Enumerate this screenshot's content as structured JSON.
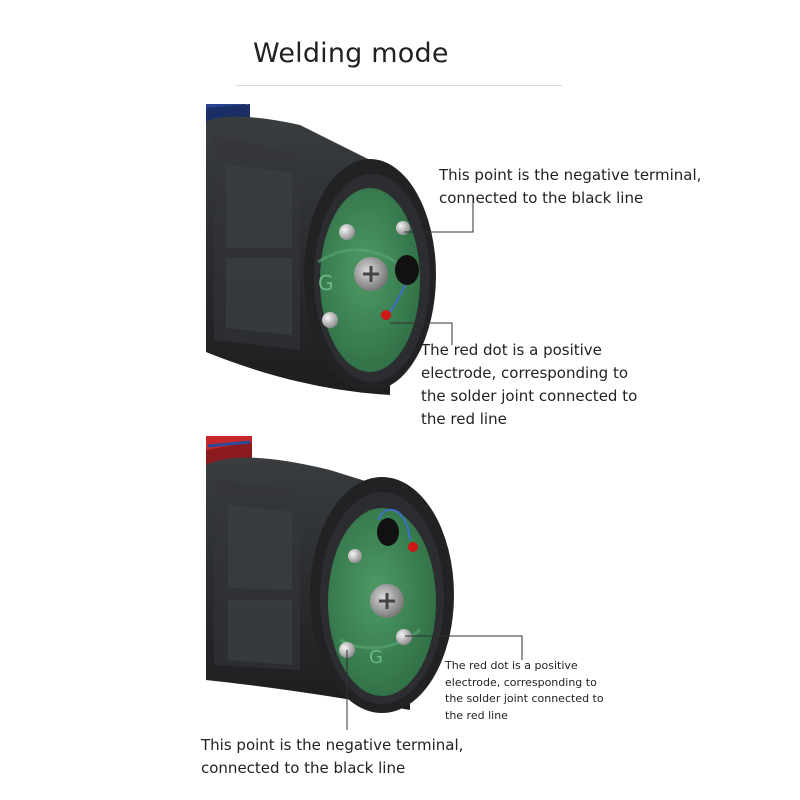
{
  "title": "Welding mode",
  "top": {
    "negative_note": "This point is the negative terminal,\nconnected to the black line",
    "positive_note": "The red dot is a positive\nelectrode, corresponding to\nthe solder joint connected to\nthe red line",
    "board_letter": "G"
  },
  "bottom": {
    "positive_note": "The red dot is a positive\nelectrode, corresponding to\nthe solder joint connected to\nthe red line",
    "negative_note": "This point is the negative terminal,\nconnected to the black line",
    "board_letter": "G"
  },
  "colors": {
    "housing": "#2c2f31",
    "board": "#3f8a57",
    "red_dot": "#d11616",
    "leader": "#333333"
  }
}
